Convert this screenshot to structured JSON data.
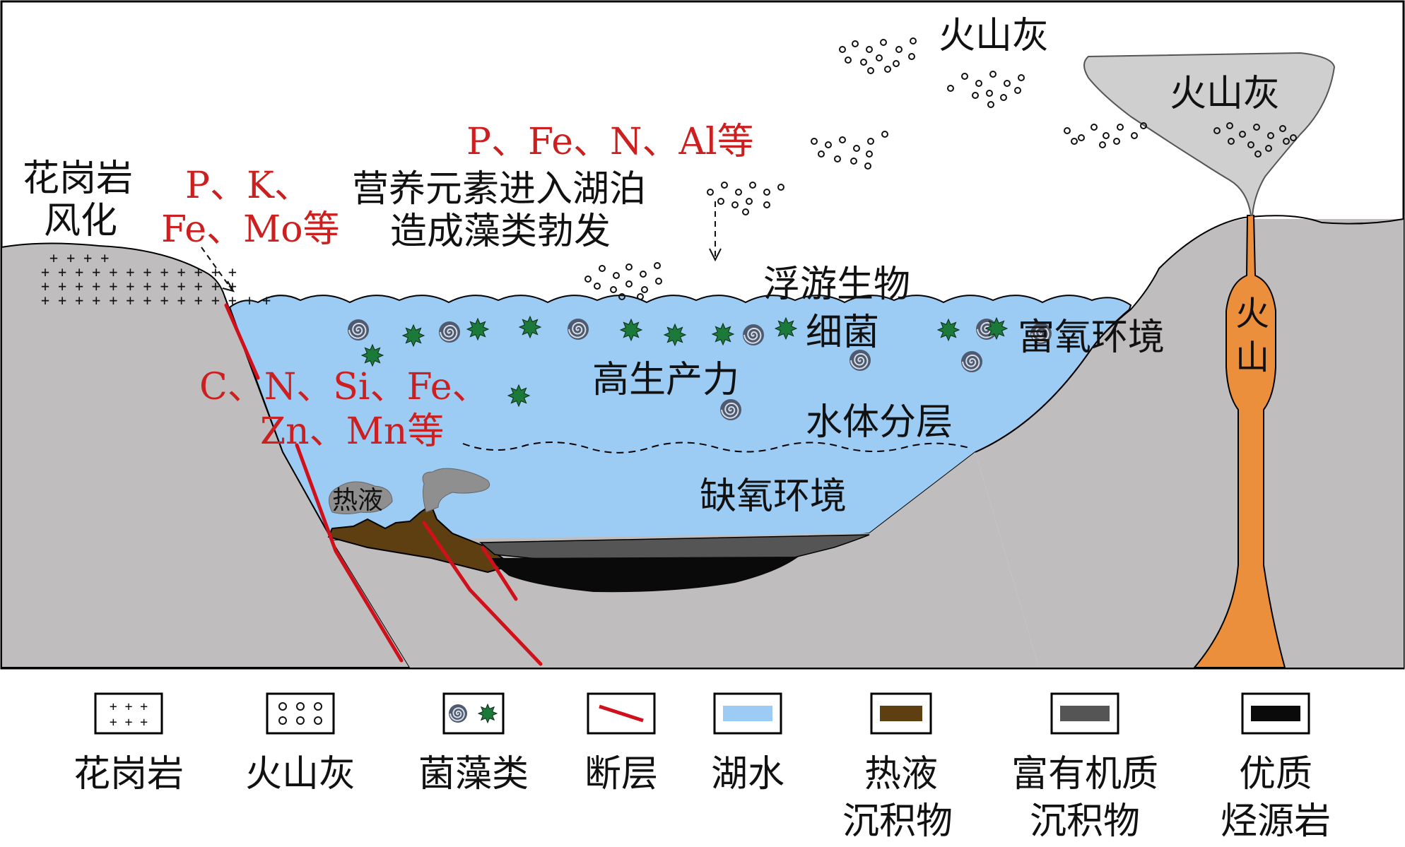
{
  "labels": {
    "granite_weathering_1": "花岗岩",
    "granite_weathering_2": "风化",
    "granite_elements_1": "P、K、",
    "granite_elements_2": "Fe、Mo等",
    "ash_elements": "P、Fe、N、Al等",
    "nutrients_1": "营养元素进入湖泊",
    "nutrients_2": "造成藻类勃发",
    "volcanic_ash_sky": "火山灰",
    "volcanic_ash_plume": "火山灰",
    "plankton": "浮游生物",
    "bacteria": "细菌",
    "oxic": "富氧环境",
    "productivity": "高生产力",
    "stratification": "水体分层",
    "anoxic": "缺氧环境",
    "fault_elements_1": "C、N、Si、Fe、",
    "fault_elements_2": "Zn、Mn等",
    "hydrothermal": "热液",
    "volcano_1": "火",
    "volcano_2": "山"
  },
  "legend": [
    {
      "label1": "花岗岩",
      "label2": "",
      "symbol": "granite"
    },
    {
      "label1": "火山灰",
      "label2": "",
      "symbol": "ash"
    },
    {
      "label1": "菌藻类",
      "label2": "",
      "symbol": "algae"
    },
    {
      "label1": "断层",
      "label2": "",
      "symbol": "fault"
    },
    {
      "label1": "湖水",
      "label2": "",
      "symbol": "lake"
    },
    {
      "label1": "热液",
      "label2": "沉积物",
      "symbol": "hydro-sediment"
    },
    {
      "label1": "富有机质",
      "label2": "沉积物",
      "symbol": "organic-sediment"
    },
    {
      "label1": "优质",
      "label2": "烃源岩",
      "symbol": "source-rock"
    }
  ],
  "colors": {
    "rock": "#bfbdbe",
    "lake": "#9ccbf3",
    "fault": "#d0101a",
    "magma": "#ec8f3c",
    "hydro_sediment": "#5d3f12",
    "organic_sediment": "#555555",
    "source_rock": "#0a0a0a",
    "algae_green": "#1b7a3a",
    "swirl": "#4e5a70"
  }
}
